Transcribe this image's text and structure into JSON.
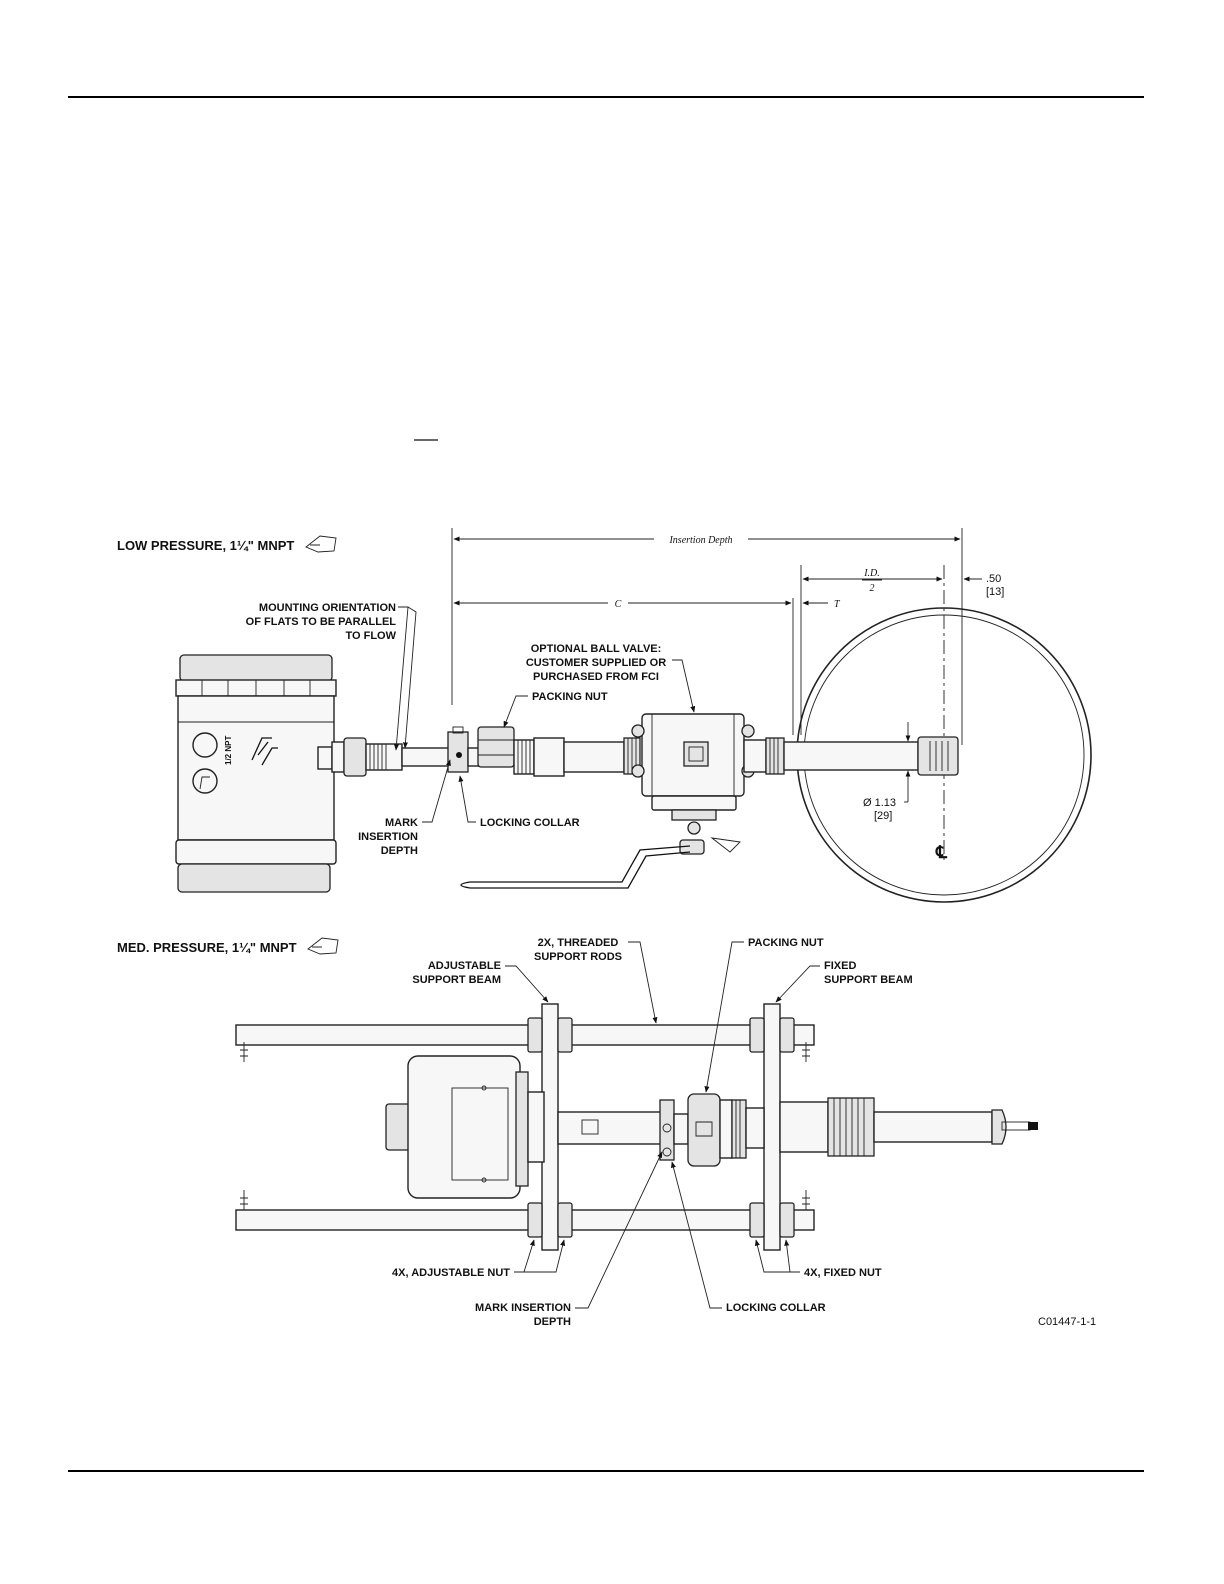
{
  "low_pressure": {
    "title": "LOW PRESSURE, 1¼\" MNPT",
    "dim_insertion_depth": "Insertion Depth",
    "dim_c": "C",
    "dim_t": "T",
    "dim_id_num": "I.D.",
    "dim_id_den": "2",
    "dim_50": ".50",
    "dim_50_mm": "[13]",
    "dim_dia": "Ø 1.13",
    "dim_dia_mm": "[29]",
    "centerline": "℄",
    "npt_mark": "1/2 NPT",
    "mounting_1": "MOUNTING ORIENTATION",
    "mounting_2": "OF FLATS TO BE PARALLEL",
    "mounting_3": "TO FLOW",
    "ball_valve_1": "OPTIONAL BALL VALVE:",
    "ball_valve_2": "CUSTOMER SUPPLIED OR",
    "ball_valve_3": "PURCHASED FROM FCI",
    "packing_nut": "PACKING NUT",
    "mark_1": "MARK",
    "mark_2": "INSERTION",
    "mark_3": "DEPTH",
    "locking_collar": "LOCKING COLLAR"
  },
  "med_pressure": {
    "title": "MED. PRESSURE, 1¼\" MNPT",
    "rods_1": "2X, THREADED",
    "rods_2": "SUPPORT RODS",
    "packing_nut": "PACKING NUT",
    "adj_beam_1": "ADJUSTABLE",
    "adj_beam_2": "SUPPORT BEAM",
    "fixed_beam_1": "FIXED",
    "fixed_beam_2": "SUPPORT BEAM",
    "adj_nut": "4X, ADJUSTABLE NUT",
    "fixed_nut": "4X, FIXED NUT",
    "mark_1": "MARK INSERTION",
    "mark_2": "DEPTH",
    "locking_collar": "LOCKING COLLAR"
  },
  "drawing_number": "C01447-1-1"
}
